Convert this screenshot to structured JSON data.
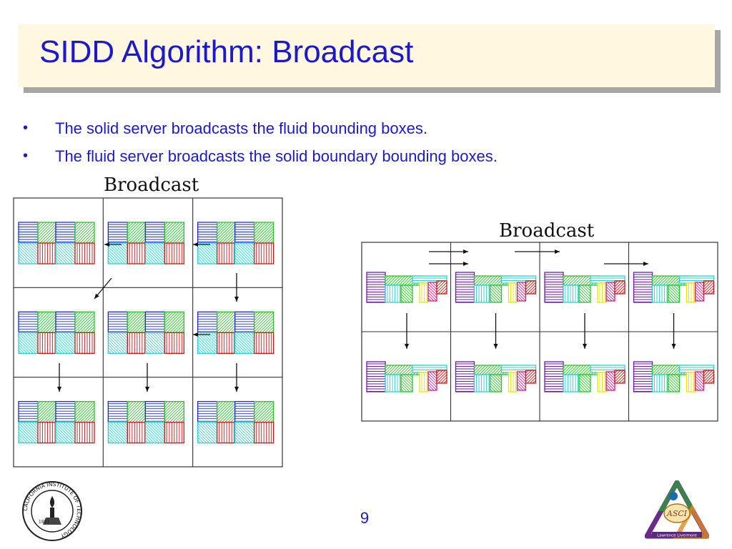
{
  "slide": {
    "title": "SIDD Algorithm: Broadcast",
    "bullets": [
      "The solid server broadcasts the fluid bounding boxes.",
      "The fluid server broadcasts the solid boundary bounding boxes."
    ],
    "bullet_glyph": "•",
    "page_number": "9"
  },
  "figure_left": {
    "label": "Broadcast",
    "rows": 3,
    "cols": 3
  },
  "figure_right": {
    "label": "Broadcast",
    "rows": 2,
    "cols": 4
  },
  "logos": {
    "left": {
      "name": "caltech-seal-logo",
      "year": "1891",
      "ring_text": "CALIFORNIA INSTITUTE OF TECHNOLOGY"
    },
    "right": {
      "name": "asci-logo",
      "text": "ASCI",
      "ribbon": "Lawrence Livermore"
    }
  },
  "colors": {
    "title_text": "#1a1acc",
    "title_bg": "#fff7e0",
    "body_text": "#1a1acc",
    "blue_hatch": "#1b2fc9",
    "green_hatch": "#2ec22e",
    "cyan_hatch": "#30d0d0",
    "red_hatch": "#c41b1b",
    "purple_hatch": "#6a1ab0",
    "magenta_hatch": "#d0208a",
    "yellow_hatch": "#e6e600"
  }
}
